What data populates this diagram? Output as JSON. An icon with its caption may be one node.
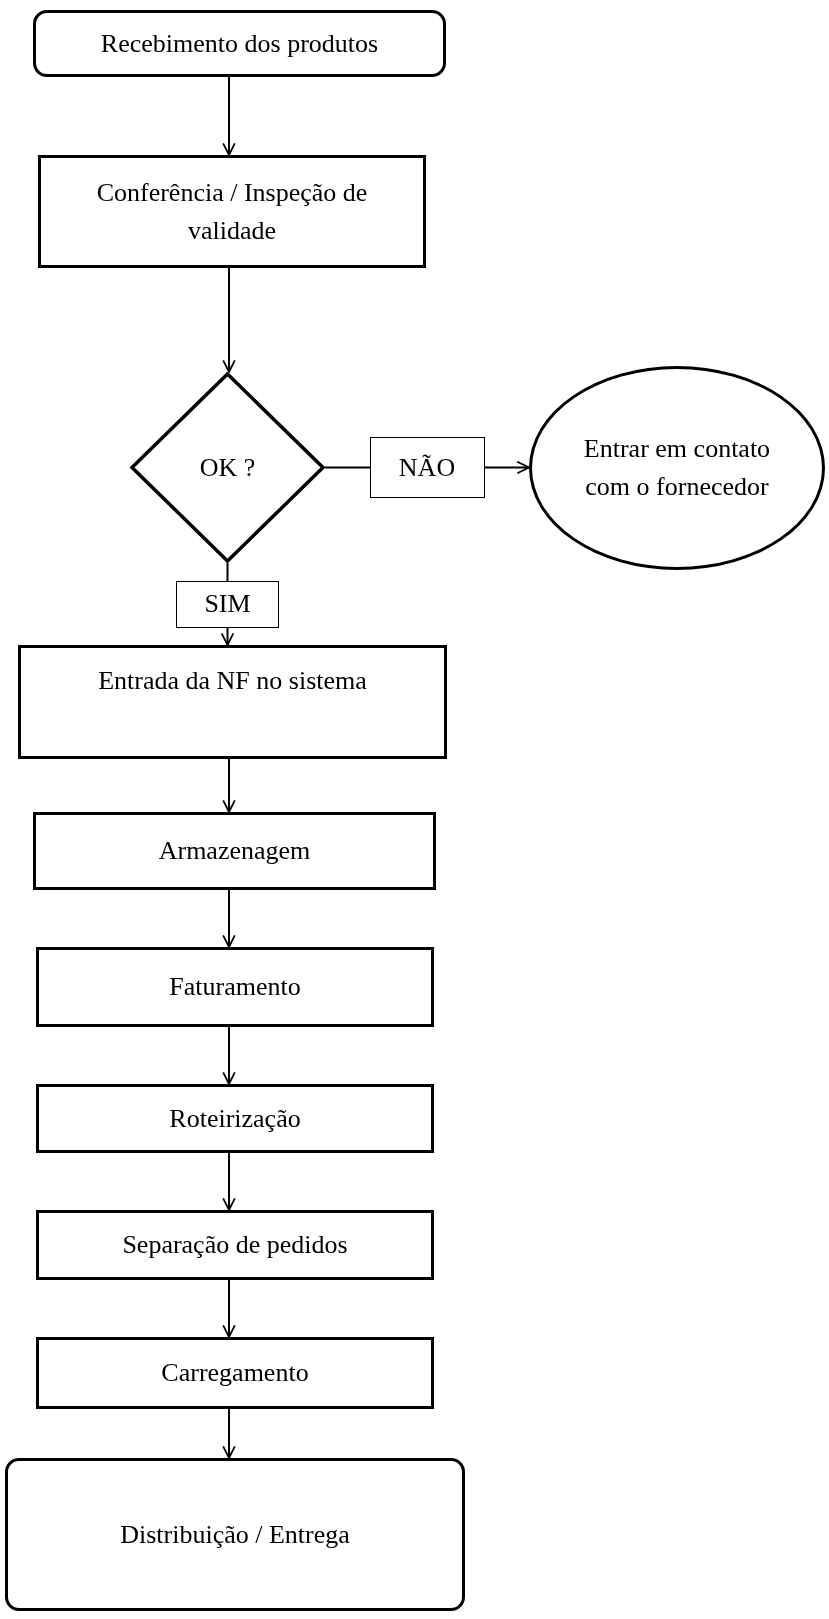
{
  "diagram": {
    "nodes": [
      {
        "text": [
          "Recebimento dos produtos"
        ]
      },
      {
        "text": [
          "Conferência / Inspeção de validade"
        ]
      },
      {
        "text": [
          "OK ?"
        ]
      },
      {
        "text": [
          "Entrar em contato com o fornecedor"
        ]
      },
      {
        "text": [
          "Entrada da NF no sistema"
        ]
      },
      {
        "text": [
          "Armazenagem"
        ]
      },
      {
        "text": [
          "Faturamento"
        ]
      },
      {
        "text": [
          "Roteirização"
        ]
      },
      {
        "text": [
          "Separação de pedidos"
        ]
      },
      {
        "text": [
          "Carregamento"
        ]
      },
      {
        "text": [
          "Distribuição / Entrega"
        ]
      }
    ],
    "edges": [
      {
        "from": 0,
        "to": 1,
        "arrow": "to"
      },
      {
        "from": 1,
        "to": 2,
        "arrow": "to"
      },
      {
        "from": 2,
        "to": 3,
        "arrow": "to",
        "label": "NÃO"
      },
      {
        "from": 2,
        "to": 4,
        "arrow": "to",
        "label": "SIM"
      },
      {
        "from": 4,
        "to": 5,
        "arrow": "to"
      },
      {
        "from": 5,
        "to": 6,
        "arrow": "to"
      },
      {
        "from": 6,
        "to": 7,
        "arrow": "to"
      },
      {
        "from": 7,
        "to": 8,
        "arrow": "to"
      },
      {
        "from": 8,
        "to": 9,
        "arrow": "to"
      },
      {
        "from": 9,
        "to": 10,
        "arrow": "to"
      }
    ]
  }
}
